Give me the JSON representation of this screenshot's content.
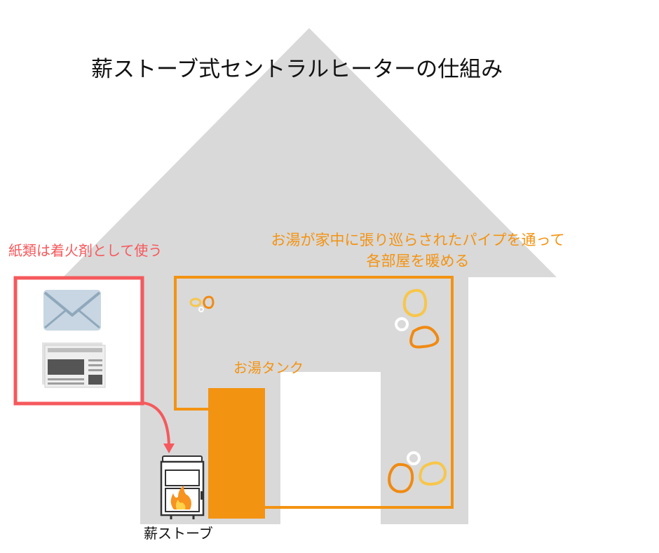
{
  "title": "薪ストーブ式セントラルヒーターの仕組み",
  "labels": {
    "paper": "紙類は着火剤として使う",
    "pipe_line1": "お湯が家中に張り巡らされたパイプを通って",
    "pipe_line2": "各部屋を暖める",
    "tank": "お湯タンク",
    "stove": "薪ストーブ"
  },
  "icons": {
    "envelope": "envelope-icon",
    "newspaper": "newspaper-icon",
    "stove": "wood-stove-icon",
    "fire": "fire-icon",
    "arrow": "curved-arrow-icon"
  },
  "colors": {
    "house": "#d9d9d9",
    "pipe": "#f39312",
    "tank": "#f39312",
    "highlight": "#f5595d",
    "bubble_light": "#f7c64a",
    "bubble_dark": "#f08a12",
    "paper_label": "#f5595d",
    "orange_label": "#f39312"
  }
}
